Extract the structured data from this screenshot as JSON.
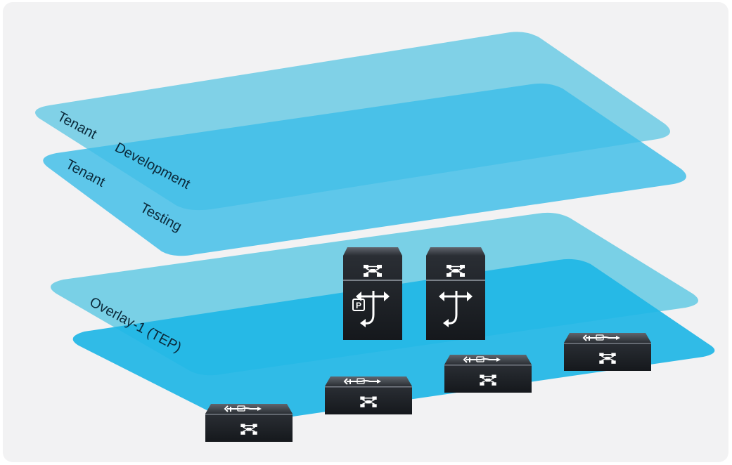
{
  "labels": {
    "tenant_dev_word1": "Tenant",
    "tenant_dev_word2": "Development",
    "tenant_test_word1": "Tenant",
    "tenant_test_word2": "Testing",
    "overlay": "Overlay-1 (TEP)"
  },
  "spine_switches": [
    {
      "icon": "spine-switch-icon-with-p"
    },
    {
      "icon": "spine-switch-icon"
    }
  ],
  "leaf_switches": [
    {
      "icon": "leaf-switch-icon"
    },
    {
      "icon": "leaf-switch-icon"
    },
    {
      "icon": "leaf-switch-icon"
    },
    {
      "icon": "leaf-switch-icon"
    }
  ],
  "colors": {
    "tenant_dev_plane": "#79cfe6",
    "tenant_test_plane": "#3dbde8",
    "overlay_upper": "#72cde5",
    "overlay_lower": "#1fb6e6",
    "switch_body": "#1c1f24",
    "background": "#f2f2f3"
  }
}
